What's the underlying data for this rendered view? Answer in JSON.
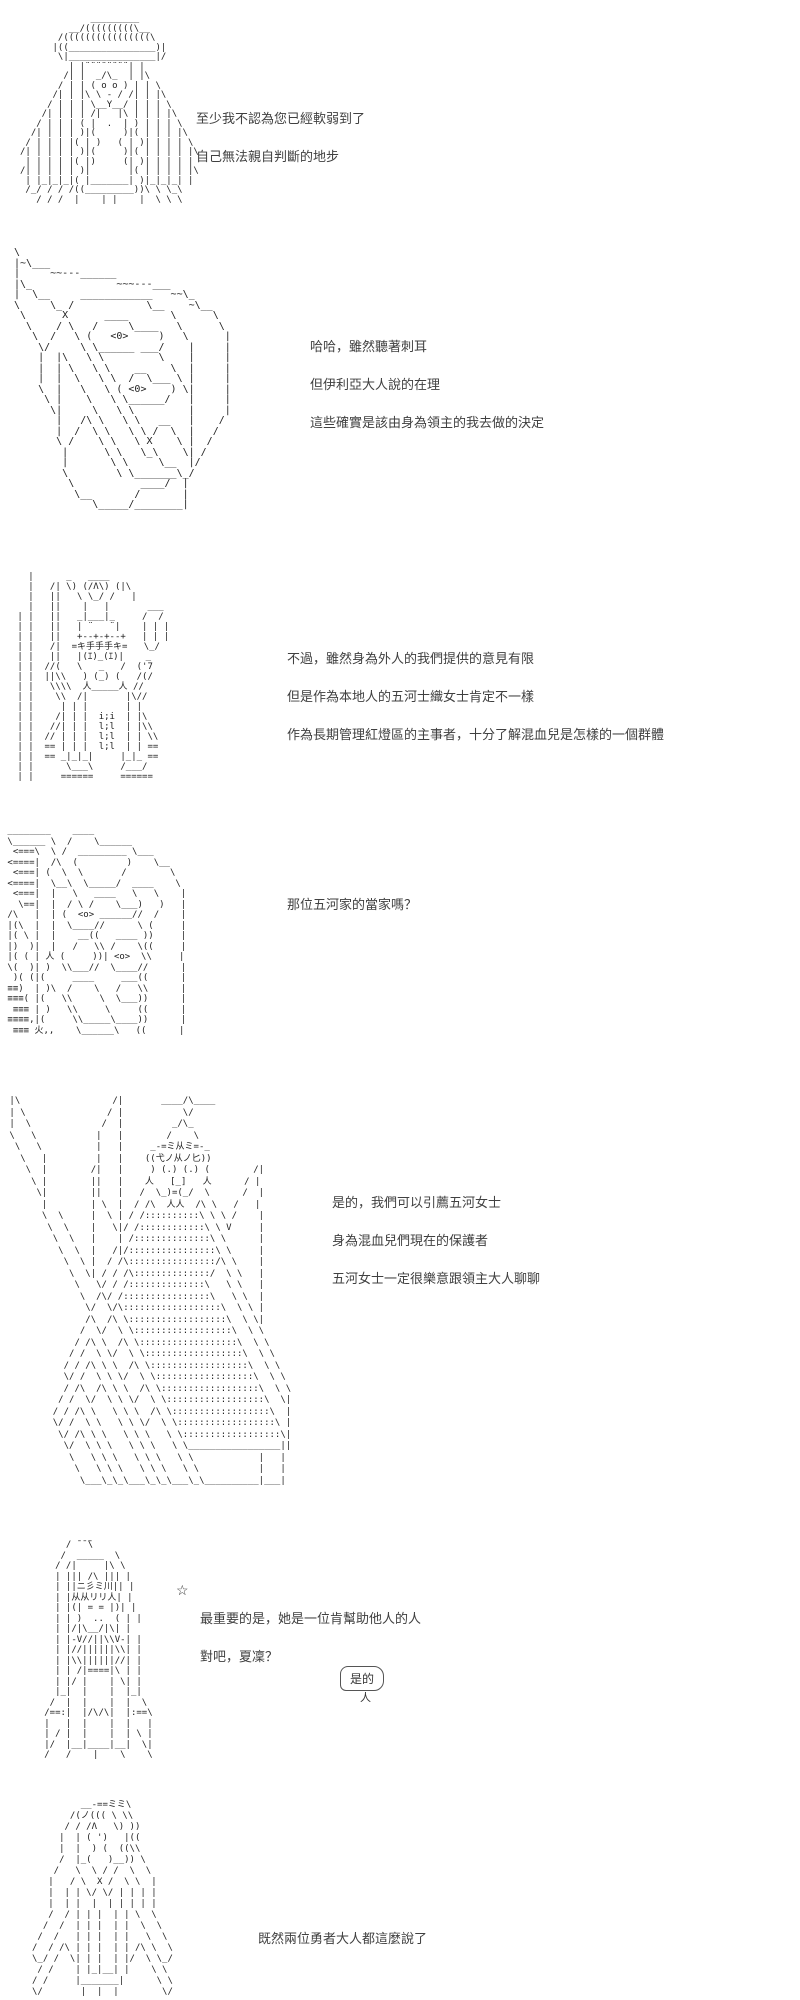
{
  "page": {
    "background": "#ffffff",
    "art_color": "#222222",
    "dialogue_color": "#404040"
  },
  "panels": [
    {
      "name": "capped-character",
      "art": [
        "             _________",
        "         __/(((((((((\\__",
        "       /((((((((((((((((\\",
        "      |((________________)|",
        "       \\|________________|/",
        "         | |¨¨¨¨¨¨¨¨| |",
        "        /| |  _/\\_  | |\\",
        "       / | | ( o o ) | | \\",
        "      /| | |\\ \\ - / /| | |\\",
        "     / | | | \\__Y__/ | | | \\",
        "    /| | | | /|   |\\ | | | |\\",
        "   / | | | ( |  .  | ) | | | \\",
        "  /| | | | )|(     )|( | | | |\\",
        " / | | | |( | )   ( | )| | | | \\",
        "/| | | | | )|(     )|( | | | | |\\",
        " | | | | |( |)     (| )| | | | |",
        "/| | | | | )|       |( | | | | |\\",
        " | |_|_|_|( |_______| )|_|_|_| |",
        " /_/ / / /((_________))\\ \\ \\_\\",
        "   / / /  |    | |    |  \\ \\ \\"
      ],
      "dialogue": [
        "至少我不認為您已經軟弱到了",
        "自己無法親自判斷的地步"
      ]
    },
    {
      "name": "lord-face-closeup",
      "art": [
        " \\",
        " |~\\___",
        " |     ~~---______",
        " |\\_              ~~~---___",
        " |  \\__     ____________   ~~\\_",
        " \\     \\_ /            \\__    ~\\__",
        "  \\      X      ____       \\      \\",
        "   \\    / \\   /     \\____   \\      \\",
        "    \\  /   \\ (   <0>     )   \\      |",
        "     \\/     \\ \\______ ___/    |     |",
        "     |  |\\   \\ \\         \\    |     |",
        "     |  | \\   \\ \\    __    \\  |     |",
        "     |  |  \\   \\ \\  /  \\___ \\ |     |",
        "     \\  |   \\   \\ ( <0>    ) \\|     |",
        "      \\ |    \\   \\ \\______/   |     |",
        "       \\|     \\   \\ \\         |     |",
        "        |   /\\ \\   \\ \\   __   |    /",
        "        |  /  \\ \\   \\ \\ /  \\  |   /",
        "        \\ /    \\ \\   \\ X    \\ |  /",
        "         |      \\ \\   \\_\\    \\| /",
        "         |       \\ \\     \\__  |/",
        "         \\        \\ \\_______\\_/",
        "          \\           ____/  |",
        "           \\__       /       |",
        "              \\_____/________|"
      ],
      "dialogue": [
        "哈哈，雖然聽著刺耳",
        "但伊利亞大人說的在理",
        "這些確實是該由身為領主的我去做的決定"
      ]
    },
    {
      "name": "advisor-character",
      "art": [
        "   |      _   ____",
        "   |   /| \\) (/Λ\\) (|\\",
        "   |   ||   \\ \\_/ /   |",
        "   |   ||    |   |       ___",
        " | |   ||   _|___|_     /  /",
        " | |   ||   | ¨   ¨|    | | |",
        " | |   ||   +--+-+--+   | | |",
        " | |   /|  =キ手手手キ=   \\_/",
        " | |   ||   |(ｴ)_(ｴ)|    _",
        " | |  //(   \\   _   /  ('7",
        " | |  ||\\\\   ) (_) (   /(/",
        " | |   \\\\\\\\  人_____人 //",
        " | |    \\\\  /|       |\\//",
        " | |     | | |       | |",
        " | |    /| | |  i;i  | |\\",
        " | |   //| | |  l;l  | |\\\\",
        " | |  // | | |  l;l  | | \\\\",
        " | |  == | | |  l;l  | | ==",
        " | |  == _|_|_|     |_|_ ==",
        " | |      \\___\\     /___/",
        " | |     ======     ======"
      ],
      "dialogue": [
        "不過，雖然身為外人的我們提供的意見有限",
        "但是作為本地人的五河士織女士肯定不一樣",
        "作為長期管理紅燈區的主事者，十分了解混血兒是怎樣的一個群體"
      ]
    },
    {
      "name": "shaded-face-question",
      "art": [
        " ________    ____",
        " \\______ \\  /    \\______",
        "  <===\\  \\ /  _________ \\___",
        " <====|  /\\  (         )    \\__",
        "  <===| (  \\  \\       /        \\",
        " <====|  \\__\\  \\_____/  ____    \\",
        "  <===|  |   \\   ____   \\   \\    |",
        "   \\==|  |  / \\ /    \\___)   )   |",
        " /\\   |  | (  <o> ______//  /    |",
        " |(\\  |  |  \\____//      \\ (     |",
        " |( \\ |  |    __((   ____ ))     |",
        " |)  )|  |   /   \\\\ /    \\((     |",
        " |( ( | 人 (     ))| <o>  \\\\     |",
        " \\(  )| )  \\\\___//  \\____//      |",
        "  )( (|(     ____     ___((      |",
        " ≡≡)  | )\\  /    \\   /   \\\\      |",
        " ≡≡≡( |(   \\\\     \\  \\___))      |",
        "  ≡≡≡ | )   \\\\     \\     ((      |",
        " ≡≡≡≡,|(     \\\\_____\\____))      |",
        "  ≡≡≡ 火,,    \\______\\   ((      |"
      ],
      "dialogue": [
        "那位五河家的當家嗎？"
      ]
    },
    {
      "name": "heroes-recommendation",
      "art": [
        " |\\                 /|       ____/\\____",
        " | \\               / |           \\/",
        " |  \\             /  |         _/\\_",
        " \\   \\           |   |        /    \\",
        "  \\   \\          |   |     _-=ミ从ミ=-_",
        "   \\   |         |   |    ((弋ノ从ノ匕))",
        "    \\  |        /|   |     ) (.) (.) (        /|",
        "     \\ |        ||   |    人   [_]   人      / |",
        "      \\|        ||   |   /  \\_)=(_/  \\      /  |",
        "       |        | \\  |  / /\\  人人  /\\ \\   /   |",
        "       \\  \\     |  \\ | / /::::::::::\\ \\ \\ /    |",
        "        \\  \\    |   \\|/ /::::::::::::\\ \\ V     |",
        "         \\  \\   |    | /::::::::::::::\\ \\      |",
        "          \\  \\  |   /|/::::::::::::::::\\ \\     |",
        "           \\  \\ |  / /\\::::::::::::::::/\\ \\    |",
        "            \\  \\| / / /\\::::::::::::::/  \\ \\   |",
        "             \\   \\/ / /::::::::::::::\\   \\ \\   |",
        "              \\  /\\/ /::::::::::::::::\\   \\ \\  |",
        "               \\/  \\/\\::::::::::::::::::\\  \\ \\ |",
        "               /\\  /\\ \\::::::::::::::::::\\  \\ \\|",
        "              /  \\/  \\ \\::::::::::::::::::\\  \\ \\",
        "             / /\\ \\  /\\ \\::::::::::::::::::\\  \\ \\",
        "            / /  \\ \\/  \\ \\::::::::::::::::::\\  \\ \\",
        "           / / /\\ \\ \\  /\\ \\::::::::::::::::::\\  \\ \\",
        "           \\/ /  \\ \\ \\/  \\ \\::::::::::::::::::\\  \\ \\",
        "           / /\\  /\\ \\ \\  /\\ \\::::::::::::::::::\\  \\ \\",
        "          / /  \\/  \\ \\ \\/  \\ \\::::::::::::::::::\\  \\|",
        "         / / /\\ \\   \\ \\ \\  /\\ \\::::::::::::::::::\\  |",
        "         \\/ /  \\ \\   \\ \\ \\/  \\ \\::::::::::::::::::\\ |",
        "          \\/ /\\ \\ \\   \\ \\ \\   \\ \\::::::::::::::::::\\|",
        "           \\/  \\ \\ \\   \\ \\ \\   \\ \\_________________||",
        "            \\   \\ \\ \\   \\ \\ \\   \\ \\            |   |",
        "             \\   \\ \\ \\   \\ \\ \\   \\ \\           |   |",
        "              \\___\\_\\_\\___\\_\\_\\___\\_\\__________|___|"
      ],
      "dialogue": [
        "是的，我們可以引薦五河女士",
        "身為混血兒們現在的保護者",
        "五河女士一定很樂意跟領主大人聊聊"
      ]
    },
    {
      "name": "long-haired-girl",
      "star": "☆",
      "art": [
        "       / ̄ ̄ ̄\\",
        "      /  _____  \\",
        "     / /|     |\\ \\",
        "     | ||| /\\ ||| |",
        "     | ||ニ彡ミ川|| |",
        "     | |从从リリ人| |",
        "     | |(| = = |)| |",
        "     | | )  ..  ( | |",
        "     | |/|\\__/|\\| |",
        "     | |-V//||\\\\V-| |",
        "     | |//||||||\\\\| |",
        "     | |\\\\||||||//| |",
        "     | | /|====|\\ | |",
        "     | |/ |    | \\| |",
        "     |_|  |    |  |_|",
        "    /  |  |    |  |  \\",
        "   /==:|  |/\\/\\|  |:==\\",
        "   |   |  |    |  |   |",
        "   | / |  |    |  | \\ |",
        "   |/  |__|____|__|  \\|",
        "   /   /    |    \\    \\"
      ],
      "dialogue": [
        "最重要的是，她是一位肯幫助他人的人",
        "對吧，夏凜？"
      ],
      "bubble": {
        "text": "是的",
        "tail": "人"
      }
    },
    {
      "name": "bottom-figure",
      "art": [
        "         __-==ミミ\\",
        "       /(ノ((( \\ \\\\",
        "      / / /Λ   \\) ))",
        "     |  | ( ')   |((",
        "     |  |  ) (  ((\\\\",
        "     /  |_(   )__)) \\",
        "    /   \\  \\ / /  \\  \\",
        "   |   / \\  X /  \\ \\  |",
        "   |  | | \\/ \\/ | | | |",
        "   |  | |  |  | | | | |",
        "   /  / | | |  | | \\  \\",
        "  /  /  | | |  | |  \\  \\",
        " /  /   | | |  | |   \\  \\",
        "/  / /\\ | | |  | | /\\ \\  \\",
        "\\_/ /  \\| | |  | |/  \\ \\_/",
        " / /    | |_|__| |    \\ \\",
        "/ /     |_______|      \\ \\",
        "\\/       |  |  |        \\/"
      ],
      "dialogue": [
        "既然兩位勇者大人都這麼說了"
      ]
    }
  ]
}
